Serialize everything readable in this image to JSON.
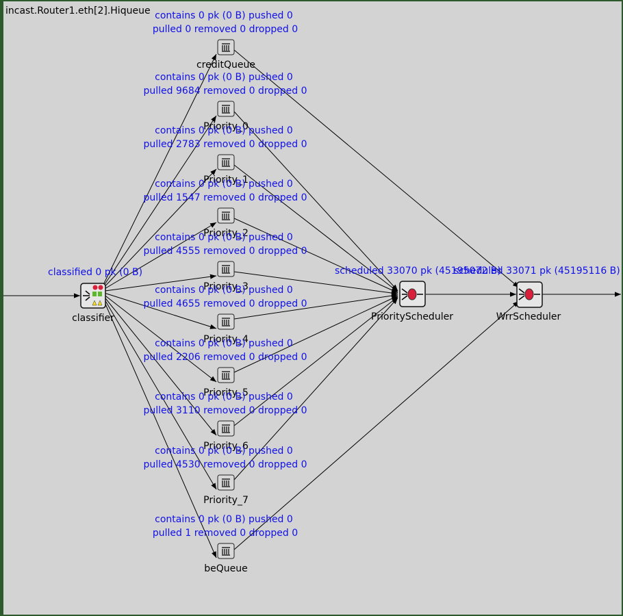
{
  "module_path": "incast.Router1.eth[2].Hiqueue",
  "classifier": {
    "name": "classifier",
    "stats": "classified 0 pk (0 B)",
    "icon": "classifier-icon"
  },
  "queues": [
    {
      "name": "creditQueue",
      "line1": "contains 0 pk (0 B) pushed 0",
      "line2": "pulled 0 removed 0 dropped 0"
    },
    {
      "name": "Priority_0",
      "line1": "contains 0 pk (0 B) pushed 0",
      "line2": "pulled 9684 removed 0 dropped 0"
    },
    {
      "name": "Priority_1",
      "line1": "contains 0 pk (0 B) pushed 0",
      "line2": "pulled 2783 removed 0 dropped 0"
    },
    {
      "name": "Priority_2",
      "line1": "contains 0 pk (0 B) pushed 0",
      "line2": "pulled 1547 removed 0 dropped 0"
    },
    {
      "name": "Priority_3",
      "line1": "contains 0 pk (0 B) pushed 0",
      "line2": "pulled 4555 removed 0 dropped 0"
    },
    {
      "name": "Priority_4",
      "line1": "contains 0 pk (0 B) pushed 0",
      "line2": "pulled 4655 removed 0 dropped 0"
    },
    {
      "name": "Priority_5",
      "line1": "contains 0 pk (0 B) pushed 0",
      "line2": "pulled 2206 removed 0 dropped 0"
    },
    {
      "name": "Priority_6",
      "line1": "contains 0 pk (0 B) pushed 0",
      "line2": "pulled 3110 removed 0 dropped 0"
    },
    {
      "name": "Priority_7",
      "line1": "contains 0 pk (0 B) pushed 0",
      "line2": "pulled 4530 removed 0 dropped 0"
    },
    {
      "name": "beQueue",
      "line1": "contains 0 pk (0 B) pushed 0",
      "line2": "pulled 1 removed 0 dropped 0"
    }
  ],
  "priority_scheduler": {
    "name": "PriorityScheduler",
    "stats": "scheduled 33070 pk (45195072 B)",
    "icon": "scheduler-icon"
  },
  "wrr_scheduler": {
    "name": "WrrScheduler",
    "stats": "scheduled 33071 pk (45195116 B)",
    "icon": "scheduler-icon"
  },
  "queue_icon": "queue-icon",
  "colors": {
    "background": "#d3d3d3",
    "stat_text": "#1010e8",
    "frame": "#2c5a2c",
    "scheduler_core": "#d8203a"
  }
}
